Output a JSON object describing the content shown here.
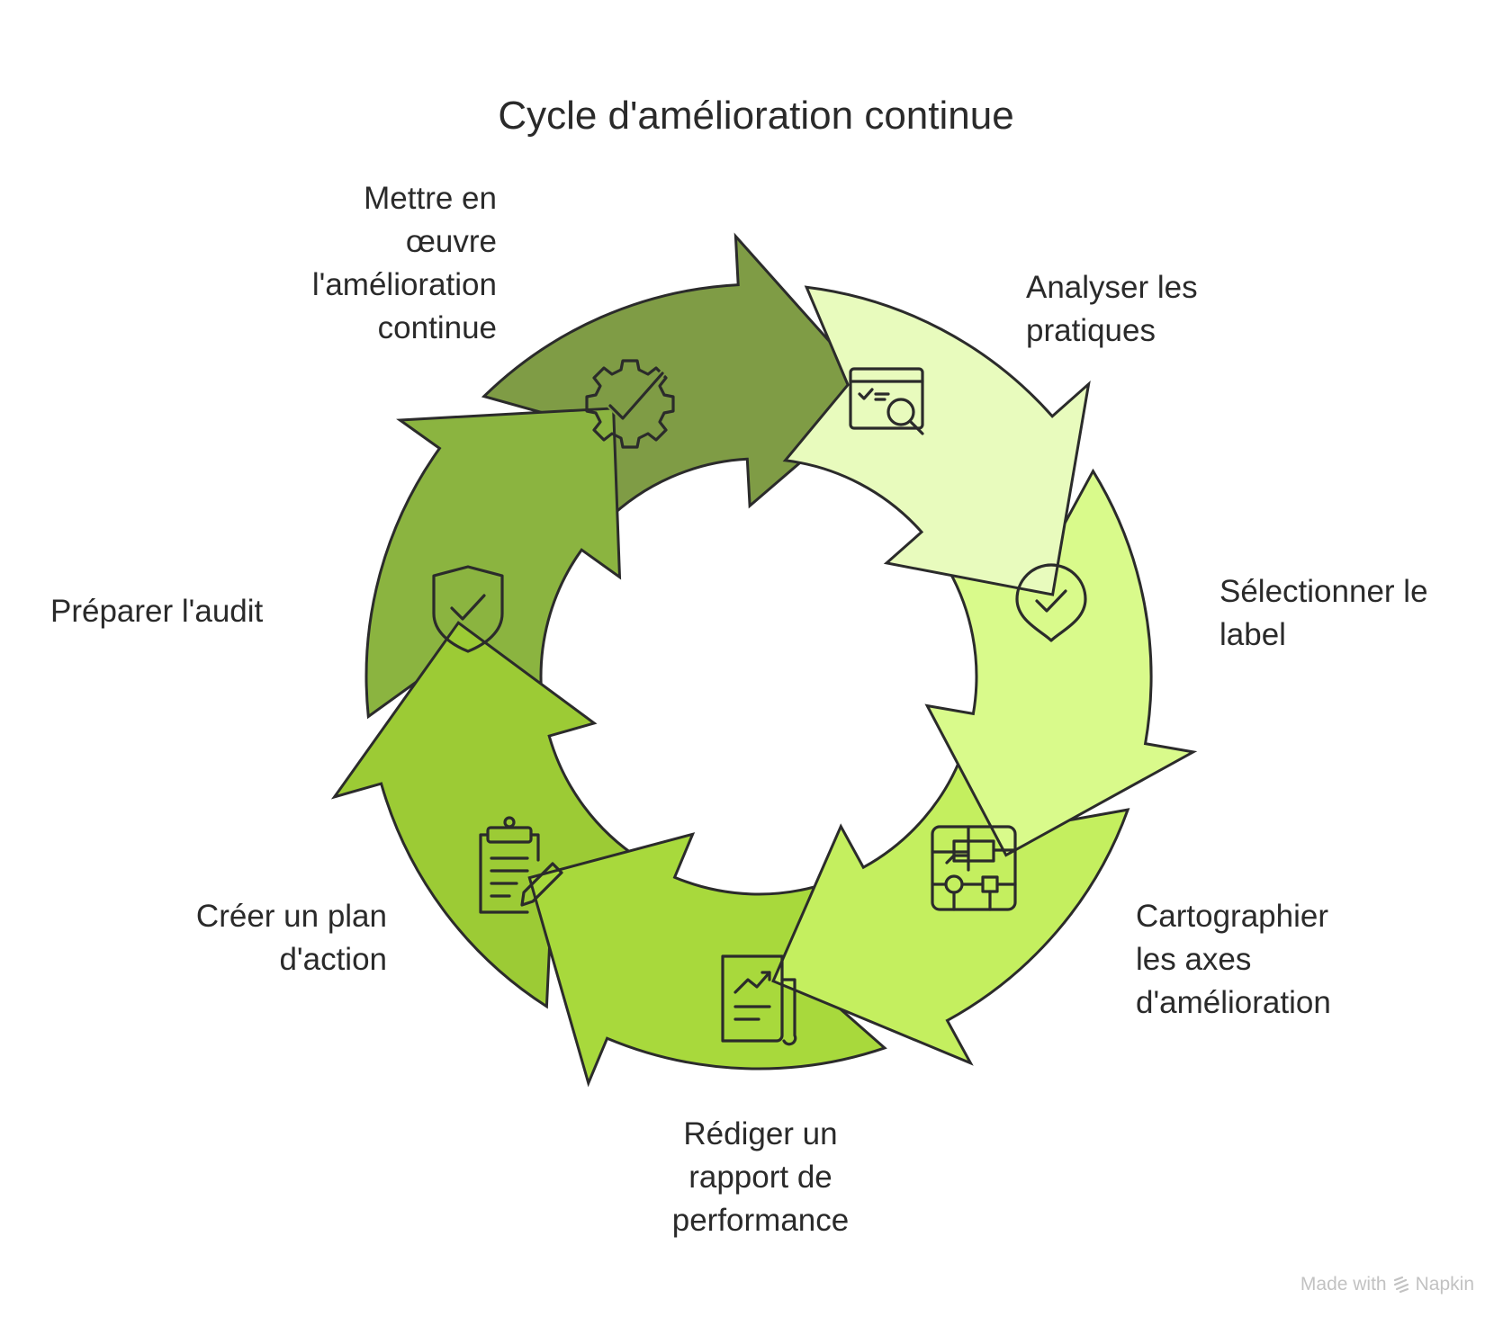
{
  "title": "Cycle d'amélioration continue",
  "steps": [
    {
      "label": "Analyser les\npratiques",
      "icon": "web-search-icon",
      "color": "#e8fbbd"
    },
    {
      "label": "Sélectionner le\nlabel",
      "icon": "location-check-icon",
      "color": "#d9fa8b"
    },
    {
      "label": "Cartographier\nles axes\nd'amélioration",
      "icon": "flowchart-icon",
      "color": "#c4ef5f"
    },
    {
      "label": "Rédiger un\nrapport de\nperformance",
      "icon": "report-chart-icon",
      "color": "#a8d93c"
    },
    {
      "label": "Créer un plan\nd'action",
      "icon": "clipboard-edit-icon",
      "color": "#9ccb35"
    },
    {
      "label": "Préparer l'audit",
      "icon": "shield-check-icon",
      "color": "#8bb440"
    },
    {
      "label": "Mettre en\nœuvre\nl'amélioration\ncontinue",
      "icon": "gear-check-icon",
      "color": "#7f9c45"
    }
  ],
  "watermark": {
    "made_with": "Made with",
    "brand": "Napkin"
  }
}
